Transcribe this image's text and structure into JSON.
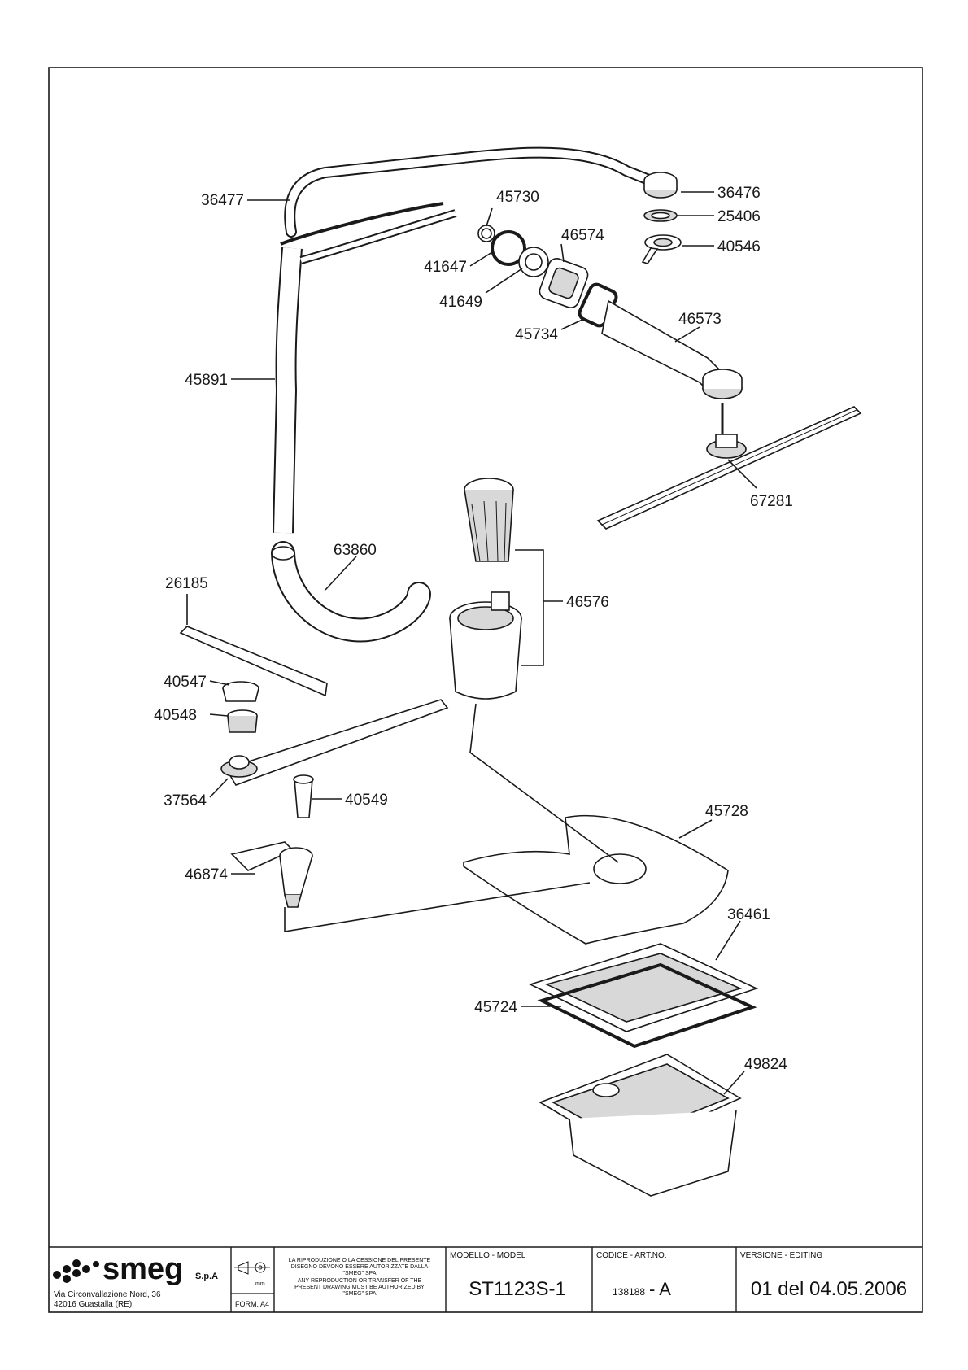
{
  "labels": [
    {
      "id": "p36477",
      "text": "36477"
    },
    {
      "id": "p45730",
      "text": "45730"
    },
    {
      "id": "p36476",
      "text": "36476"
    },
    {
      "id": "p25406",
      "text": "25406"
    },
    {
      "id": "p46574",
      "text": "46574"
    },
    {
      "id": "p40546",
      "text": "40546"
    },
    {
      "id": "p41647",
      "text": "41647"
    },
    {
      "id": "p41649",
      "text": "41649"
    },
    {
      "id": "p45734",
      "text": "45734"
    },
    {
      "id": "p46573",
      "text": "46573"
    },
    {
      "id": "p45891",
      "text": "45891"
    },
    {
      "id": "p67281",
      "text": "67281"
    },
    {
      "id": "p63860",
      "text": "63860"
    },
    {
      "id": "p26185",
      "text": "26185"
    },
    {
      "id": "p46576",
      "text": "46576"
    },
    {
      "id": "p40547",
      "text": "40547"
    },
    {
      "id": "p40548",
      "text": "40548"
    },
    {
      "id": "p37564",
      "text": "37564"
    },
    {
      "id": "p40549",
      "text": "40549"
    },
    {
      "id": "p45728",
      "text": "45728"
    },
    {
      "id": "p46874",
      "text": "46874"
    },
    {
      "id": "p36461",
      "text": "36461"
    },
    {
      "id": "p45724",
      "text": "45724"
    },
    {
      "id": "p49824",
      "text": "49824"
    }
  ],
  "title_block": {
    "brand": "smeg",
    "brand_suffix": "S.p.A",
    "address_line1": "Via Circonvallazione Nord, 36",
    "address_line2": "42016  Guastalla (RE)",
    "form": "FORM. A4",
    "unit": "mm",
    "notice_it_1": "LA RIPRODUZIONE O LA CESSIONE DEL PRESENTE",
    "notice_it_2": "DISEGNO DEVONO ESSERE AUTORIZZATE DALLA",
    "notice_it_3": "\"SMEG\" SPA",
    "notice_en_1": "ANY REPRODUCTION OR TRANSFER OF THE",
    "notice_en_2": "PRESENT DRAWING MUST BE AUTHORIZED BY",
    "notice_en_3": "\"SMEG\" SPA",
    "model_label": "MODELLO - MODEL",
    "model_value": "ST1123S-1",
    "code_label": "CODICE - ART.NO.",
    "code_number": "138188",
    "code_suffix": "- A",
    "version_label": "VERSIONE - EDITING",
    "version_value": "01 del 04.05.2006"
  }
}
